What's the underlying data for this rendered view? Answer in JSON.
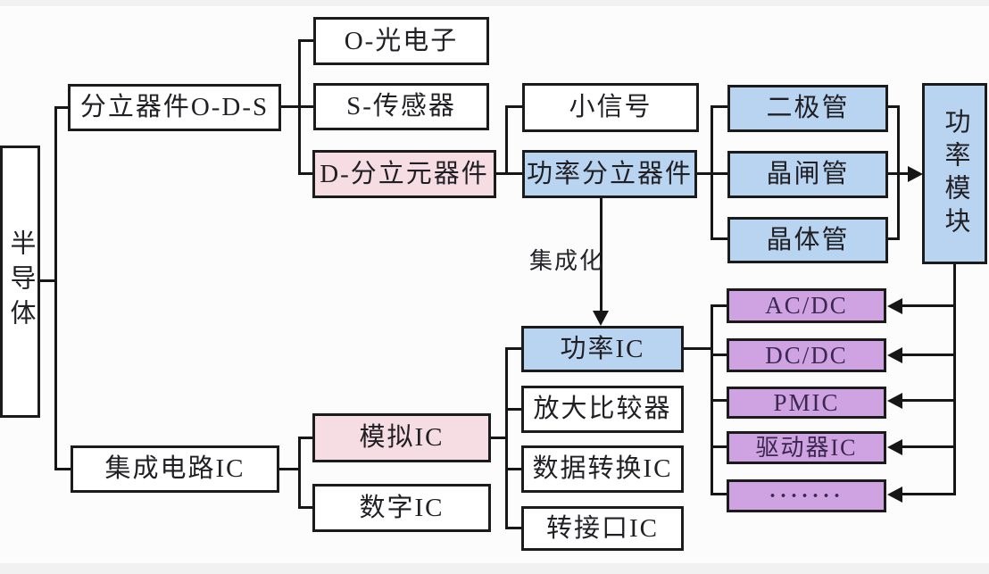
{
  "diagram": {
    "nodes": {
      "semiconductor": "半导体",
      "discrete_ods": "分立器件O-D-S",
      "optoelectronics": "O-光电子",
      "sensor": "S-传感器",
      "discrete_components": "D-分立元器件",
      "small_signal": "小信号",
      "power_discrete": "功率分立器件",
      "diode": "二极管",
      "thyristor": "晶闸管",
      "transistor": "晶体管",
      "power_module": "功率模块",
      "integrated_circuit": "集成电路IC",
      "analog_ic": "模拟IC",
      "digital_ic": "数字IC",
      "power_ic": "功率IC",
      "amplifier_comparator": "放大比较器",
      "data_conversion_ic": "数据转换IC",
      "interface_ic": "转接口IC",
      "ac_dc": "AC/DC",
      "dc_dc": "DC/DC",
      "pmic": "PMIC",
      "driver_ic": "驱动器IC",
      "ellipsis": "·······"
    },
    "edge_labels": {
      "integration": "集成化"
    },
    "colors": {
      "blue_fill": "#b8d4f0",
      "pink_fill": "#f6dde3",
      "purple_fill": "#cfa2e2",
      "white_fill": "#ffffff",
      "border": "#1b1b1b",
      "line": "#161616",
      "text": "#201f24",
      "purple_text": "#3a2850"
    }
  }
}
